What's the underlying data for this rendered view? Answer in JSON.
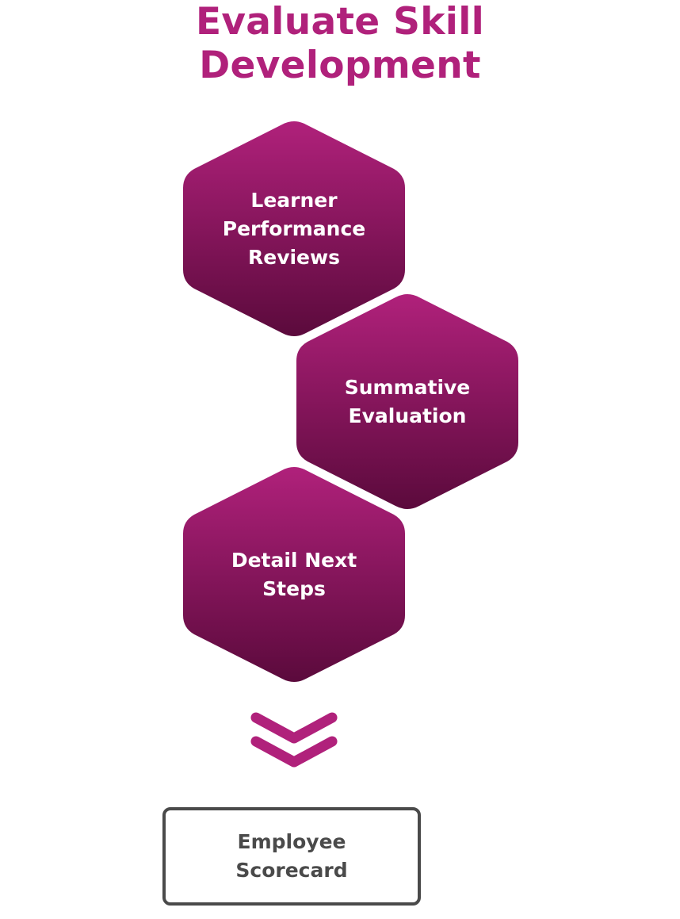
{
  "title": {
    "line1": "Evaluate Skill",
    "line2": "Development"
  },
  "steps": [
    {
      "lines": [
        "Learner",
        "Performance",
        "Reviews"
      ]
    },
    {
      "lines": [
        "Summative",
        "Evaluation"
      ]
    },
    {
      "lines": [
        "Detail Next",
        "Steps"
      ]
    }
  ],
  "result": {
    "lines": [
      "Employee",
      "Scorecard"
    ]
  },
  "colors": {
    "accent": "#b0217b",
    "hex_top": "#b0217b",
    "hex_bottom": "#5b0a3c",
    "box_border": "#4a4a4a",
    "box_text": "#4a4a4a"
  },
  "icons": {
    "arrow": "double-chevron-down-icon"
  }
}
